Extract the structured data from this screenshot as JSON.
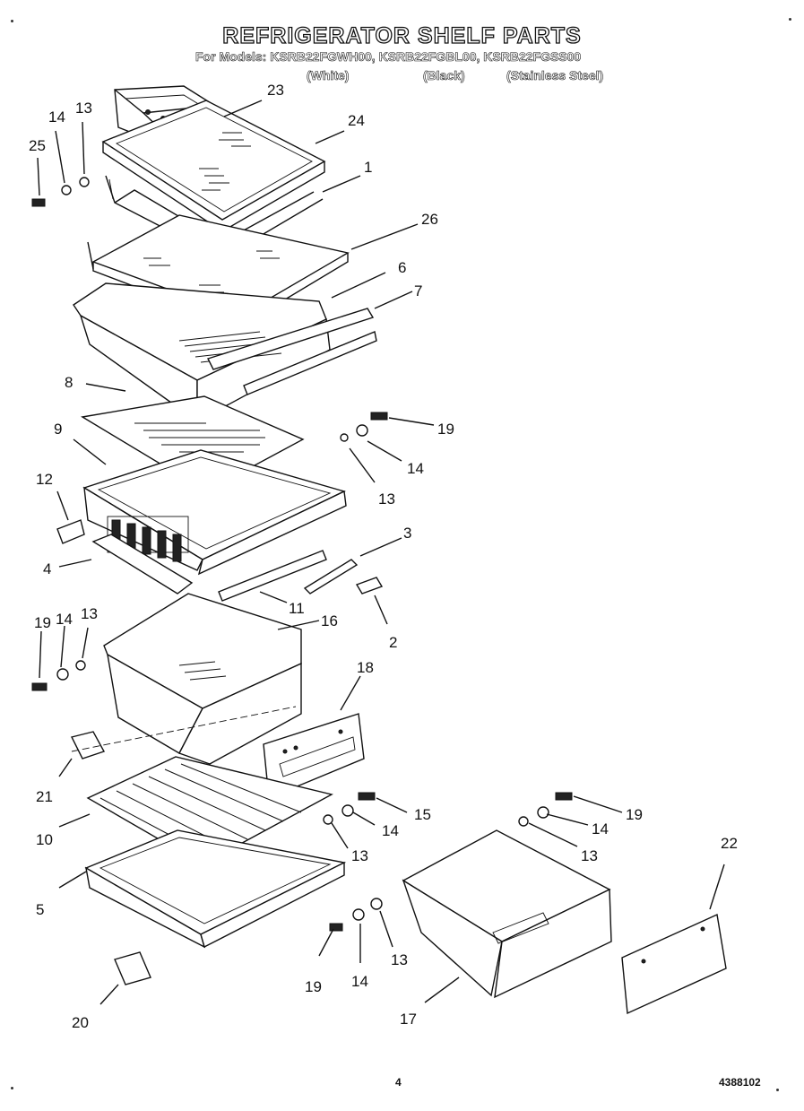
{
  "header": {
    "title": "REFRIGERATOR SHELF PARTS",
    "models_line": "For Models: KSRB22FGWH00, KSRB22FGBL00, KSRB22FGSS00",
    "finish_white": "(White)",
    "finish_black": "(Black)",
    "finish_ss": "(Stainless Steel)"
  },
  "callouts": {
    "p23": "23",
    "p24": "24",
    "p14a": "14",
    "p13a": "13",
    "p25": "25",
    "p1": "1",
    "p26": "26",
    "p6": "6",
    "p7": "7",
    "p8": "8",
    "p19a": "19",
    "p9": "9",
    "p14b": "14",
    "p13b": "13",
    "p12": "12",
    "p3": "3",
    "p4": "4",
    "p11": "11",
    "p2": "2",
    "p19b": "19",
    "p14c": "14",
    "p13c": "13",
    "p16": "16",
    "p18": "18",
    "p21": "21",
    "p15": "15",
    "p14d": "14",
    "p10": "10",
    "p13d": "13",
    "p19c": "19",
    "p14e": "14",
    "p13e": "13",
    "p22": "22",
    "p5": "5",
    "p19d": "19",
    "p14f": "14",
    "p13f": "13",
    "p17": "17",
    "p20": "20"
  },
  "footer": {
    "page_number": "4",
    "doc_number": "4388102"
  }
}
